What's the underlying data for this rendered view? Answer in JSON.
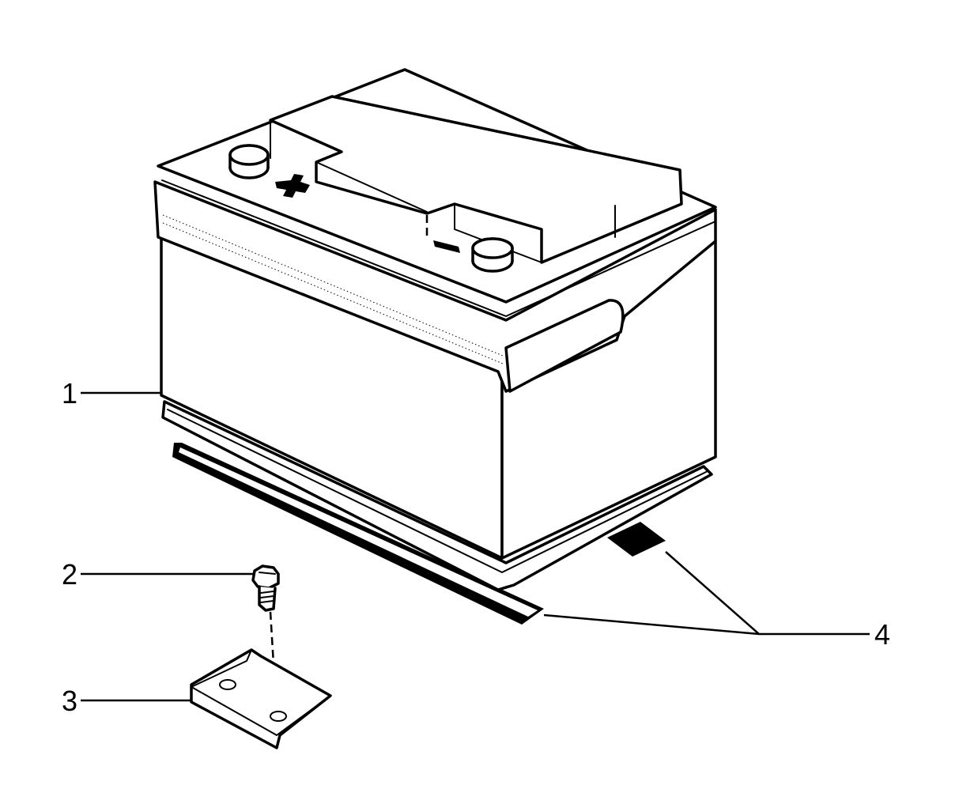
{
  "callouts": [
    {
      "label": "1",
      "part": "battery"
    },
    {
      "label": "2",
      "part": "bolt"
    },
    {
      "label": "3",
      "part": "hold-down-clamp"
    },
    {
      "label": "4",
      "part": "pads"
    }
  ],
  "terminals": {
    "positive": "+",
    "negative": "−"
  }
}
